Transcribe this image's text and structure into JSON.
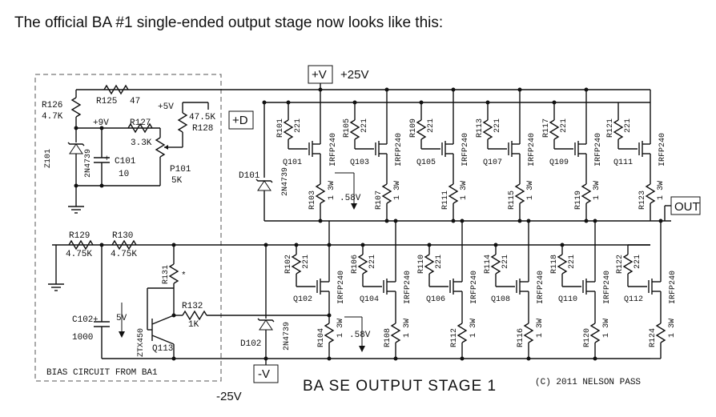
{
  "heading": "The official BA #1 single-ended output stage now looks like this:",
  "rails": {
    "pos_box": "+V",
    "pos_volt": "+25V",
    "neg_box": "-V",
    "neg_volt": "-25V",
    "drive_box": "+D",
    "out_box": "OUT"
  },
  "bias": {
    "label": "BIAS CIRCUIT FROM BA1",
    "r125": "R125",
    "r125_val": "47",
    "r126": "R126",
    "r126_val": "4.7K",
    "z101": "Z101",
    "z101_part": "2N4739",
    "v9": "+9V",
    "v5": "+5V",
    "r127": "R127",
    "r127_val": "3.3K",
    "c101": "C101",
    "c101_val": "10",
    "c101_pol": "+",
    "r128": "R128",
    "r128_val": "47.5K",
    "p101": "P101",
    "p101_val": "5K",
    "r129": "R129",
    "r129_val": "4.75K",
    "r130": "R130",
    "r130_val": "4.75K",
    "r131": "R131",
    "r131_star": "*",
    "r132": "R132",
    "r132_val": "1K",
    "c102": "C102",
    "c102_val": "1000",
    "c102_pol": "+",
    "v5b": "5V",
    "q113": "Q113",
    "q113_part": "ZTX450"
  },
  "diodes": {
    "d101": "D101",
    "d101_part": "2N4739",
    "d102": "D102",
    "d102_part": "2N4739"
  },
  "upper": [
    {
      "rg": "R101",
      "rg_val": "221",
      "q": "Q101",
      "part": "IRFP240",
      "rs": "R103",
      "rs_val": "1 3W"
    },
    {
      "rg": "R105",
      "rg_val": "221",
      "q": "Q103",
      "part": "IRFP240",
      "rs": "R107",
      "rs_val": "1 3W"
    },
    {
      "rg": "R109",
      "rg_val": "221",
      "q": "Q105",
      "part": "IRFP240",
      "rs": "R111",
      "rs_val": "1 3W"
    },
    {
      "rg": "R113",
      "rg_val": "221",
      "q": "Q107",
      "part": "IRFP240",
      "rs": "R115",
      "rs_val": "1 3W"
    },
    {
      "rg": "R117",
      "rg_val": "221",
      "q": "Q109",
      "part": "IRFP240",
      "rs": "R119",
      "rs_val": "1 3W"
    },
    {
      "rg": "R121",
      "rg_val": "221",
      "q": "Q111",
      "part": "IRFP240",
      "rs": "R123",
      "rs_val": "1 3W"
    }
  ],
  "lower": [
    {
      "rg": "R102",
      "rg_val": "221",
      "q": "Q102",
      "part": "IRFP240",
      "rs": "R104",
      "rs_val": "1 3W"
    },
    {
      "rg": "R106",
      "rg_val": "221",
      "q": "Q104",
      "part": "IRFP240",
      "rs": "R108",
      "rs_val": "1 3W"
    },
    {
      "rg": "R110",
      "rg_val": "221",
      "q": "Q106",
      "part": "IRFP240",
      "rs": "R112",
      "rs_val": "1 3W"
    },
    {
      "rg": "R114",
      "rg_val": "221",
      "q": "Q108",
      "part": "IRFP240",
      "rs": "R116",
      "rs_val": "1 3W"
    },
    {
      "rg": "R118",
      "rg_val": "221",
      "q": "Q110",
      "part": "IRFP240",
      "rs": "R120",
      "rs_val": "1 3W"
    },
    {
      "rg": "R122",
      "rg_val": "221",
      "q": "Q112",
      "part": "IRFP240",
      "rs": "R124",
      "rs_val": "1 3W"
    }
  ],
  "measure_upper": ".58V",
  "measure_lower": ".58V",
  "stage_title": "BA SE OUTPUT STAGE 1",
  "copyright": "(C) 2011 NELSON PASS"
}
